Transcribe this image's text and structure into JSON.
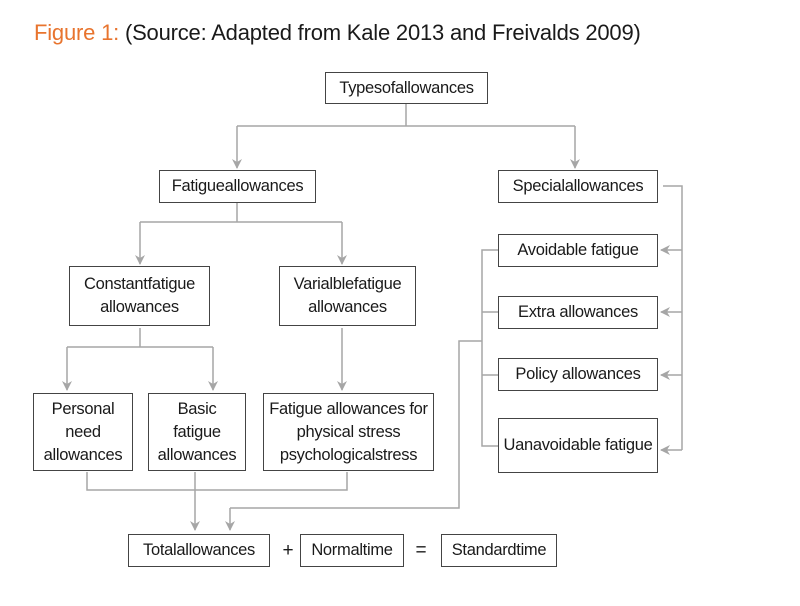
{
  "caption": {
    "figure_label": "Figure 1:",
    "source": "(Source: Adapted from Kale 2013 and Freivalds 2009)"
  },
  "nodes": {
    "types": "Typesofallowances",
    "fatigue": "Fatigueallowances",
    "special": "Specialallowances",
    "constant": "Constantfatigue allowances",
    "variable": "Varialblefatigue allowances",
    "avoidable": "Avoidable fatigue",
    "extra": "Extra allowances",
    "policy": "Policy allowances",
    "unavoidable": "Uanavoidable fatigue",
    "personal": "Personal need allowances",
    "basic": "Basic fatigue allowances",
    "physical": "Fatigue allowances for physical stress psychologicalstress",
    "total": "Totalallowances",
    "normal": "Normaltime",
    "standard": "Standardtime"
  },
  "operators": {
    "plus": "+",
    "equals": "="
  },
  "colors": {
    "accent": "#e8742e",
    "connector": "#a6a6a6",
    "border": "#444444"
  }
}
